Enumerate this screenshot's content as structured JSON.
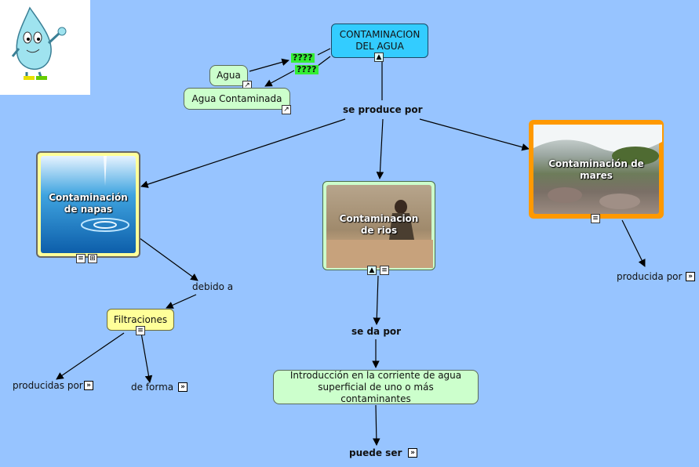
{
  "nodes": {
    "contaminacion_agua": "CONTAMINACION DEL AGUA",
    "agua": "Agua",
    "agua_contaminada": "Agua Contaminada",
    "napas": "Contaminación de napas",
    "rios": "Contaminacion de rios",
    "mares": "Contaminación de mares",
    "filtraciones": "Filtraciones",
    "introduccion": "Introducción en la corriente de agua superficial de uno o más contaminantes"
  },
  "links": {
    "q1": "????",
    "q2": "????",
    "se_produce_por": "se produce por",
    "debido_a": "debido a",
    "se_da_por": "se da por",
    "puede_ser": "puede ser",
    "producida_por": "producida por",
    "producidas_por": "producidas por",
    "de_forma": "de forma"
  },
  "icons": {
    "expand": "»",
    "image": "image-icon",
    "doc": "document-icon",
    "map": "submap-icon",
    "shortcut": "shortcut-icon"
  },
  "colors": {
    "background": "#97c4ff",
    "concept_green": "#ccffcc",
    "root_cyan": "#33ccff",
    "concept_yellow": "#ffff99",
    "question_green": "#33ee33",
    "selected_border": "#ff9900"
  }
}
